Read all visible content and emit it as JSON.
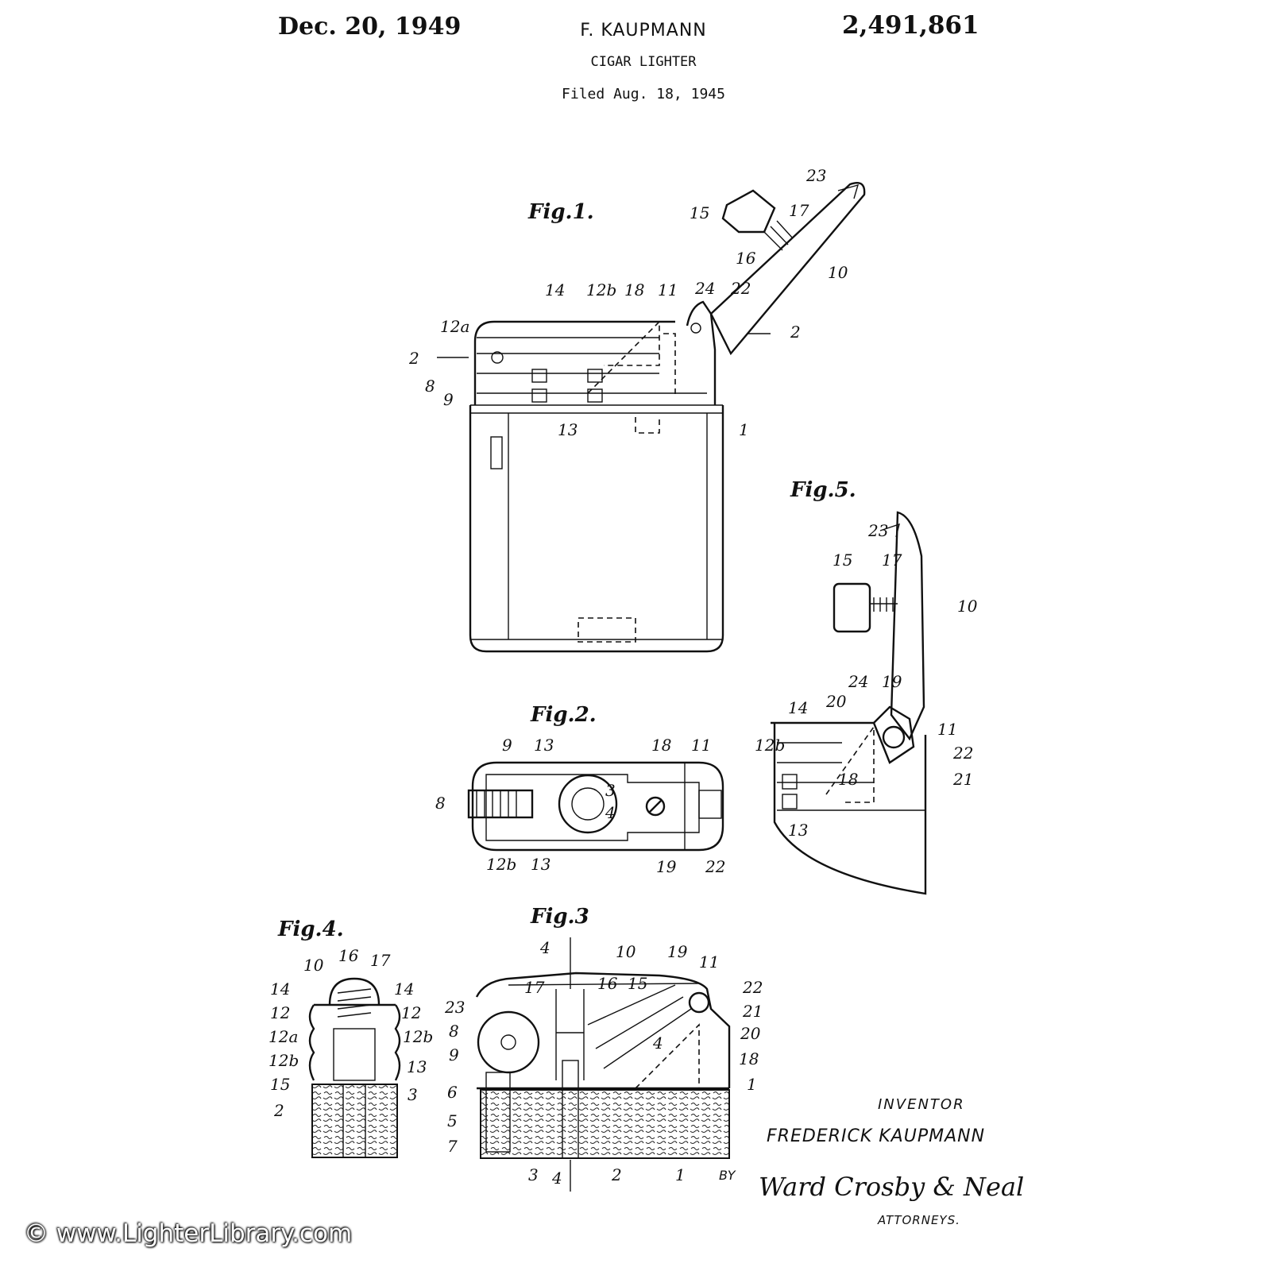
{
  "header": {
    "date": "Dec. 20, 1949",
    "inventor": "F. KAUPMANN",
    "patent_number": "2,491,861",
    "title": "CIGAR LIGHTER",
    "filed": "Filed Aug. 18, 1945"
  },
  "figures": {
    "fig1": "Fig.1.",
    "fig2": "Fig.2.",
    "fig3": "Fig.3",
    "fig4": "Fig.4.",
    "fig5": "Fig.5."
  },
  "labels": {
    "fig1": [
      "23",
      "15",
      "17",
      "16",
      "10",
      "14",
      "12b",
      "18",
      "11",
      "24",
      "22",
      "12a",
      "2",
      "2",
      "8",
      "9",
      "13",
      "1"
    ],
    "fig2": [
      "9",
      "13",
      "18",
      "11",
      "8",
      "3",
      "4",
      "12b",
      "13",
      "19",
      "22"
    ],
    "fig3": [
      "4",
      "10",
      "19",
      "11",
      "17",
      "16",
      "15",
      "22",
      "23",
      "21",
      "8",
      "20",
      "9",
      "4",
      "18",
      "6",
      "1",
      "5",
      "7",
      "3",
      "4",
      "2",
      "1"
    ],
    "fig4": [
      "10",
      "16",
      "17",
      "14",
      "14",
      "12",
      "12",
      "12a",
      "12b",
      "12b",
      "15",
      "13",
      "2",
      "3"
    ],
    "fig5": [
      "23",
      "15",
      "17",
      "10",
      "24",
      "19",
      "20",
      "14",
      "11",
      "12b",
      "22",
      "18",
      "21",
      "13"
    ]
  },
  "footer": {
    "inventor_label": "INVENTOR",
    "inventor_full": "FREDERICK KAUPMANN",
    "by": "BY",
    "signature": "Ward Crosby & Neal",
    "attorneys": "ATTORNEYS.",
    "watermark": "© www.LighterLibrary.com"
  },
  "icons": {
    "watermark_symbol": "copyright-icon"
  }
}
